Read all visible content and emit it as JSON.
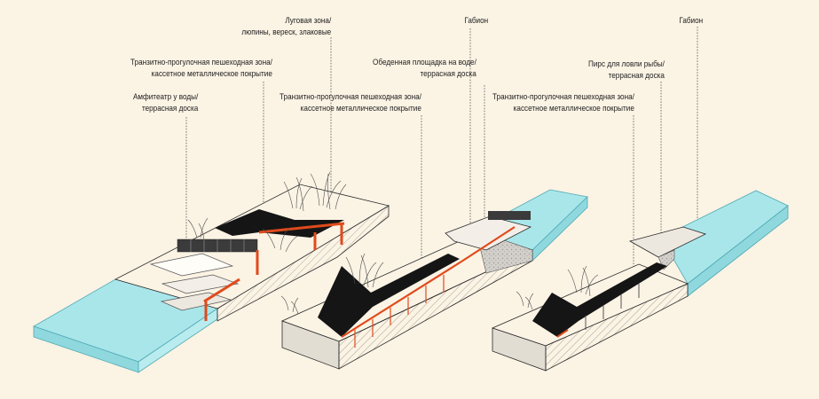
{
  "labels": [
    {
      "id": "meadow",
      "lines": [
        "Луговая зона/",
        "люпины, вереск, злаковые"
      ]
    },
    {
      "id": "transit-1",
      "lines": [
        "Транзитно-прогулочная пешеходная зона/",
        "кассетное металлическое покрытие"
      ]
    },
    {
      "id": "amphitheatre",
      "lines": [
        "Амфитеатр у воды/",
        "террасная доска"
      ]
    },
    {
      "id": "gabion-1",
      "lines": [
        "Габион"
      ]
    },
    {
      "id": "dining",
      "lines": [
        "Обеденная площадка на воде/",
        "террасная доска"
      ]
    },
    {
      "id": "transit-2",
      "lines": [
        "Транзитно-прогулочная пешеходная зона/",
        "кассетное металлическое покрытие"
      ]
    },
    {
      "id": "gabion-2",
      "lines": [
        "Габион"
      ]
    },
    {
      "id": "pier",
      "lines": [
        "Пирс для ловли рыбы/",
        "террасная доска"
      ]
    },
    {
      "id": "transit-3",
      "lines": [
        "Транзитно-прогулочная пешеходная зона/",
        "кассетное металлическое покрытие"
      ]
    }
  ],
  "colors": {
    "background": "#fbf3e4",
    "water": "#a9e6ea",
    "water_edge": "#5fb9c2",
    "walkway": "#151515",
    "structure": "#e04a1c",
    "gabion": "#d4d1cc",
    "deck": "#ece8df",
    "leader": "#555555",
    "outline": "#2a2a2a"
  },
  "icons": [
    "hatch-pattern",
    "reed-grass-icon",
    "bench-icon"
  ]
}
